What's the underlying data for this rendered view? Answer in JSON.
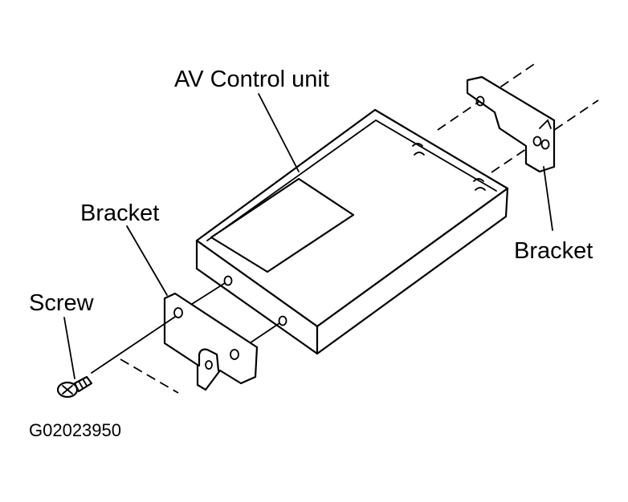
{
  "labels": {
    "unit": "AV Control unit",
    "bracket_left": "Bracket",
    "bracket_right": "Bracket",
    "screw": "Screw",
    "figure_code": "G02023950"
  },
  "colors": {
    "ink": "#000000",
    "paper": "#ffffff"
  }
}
